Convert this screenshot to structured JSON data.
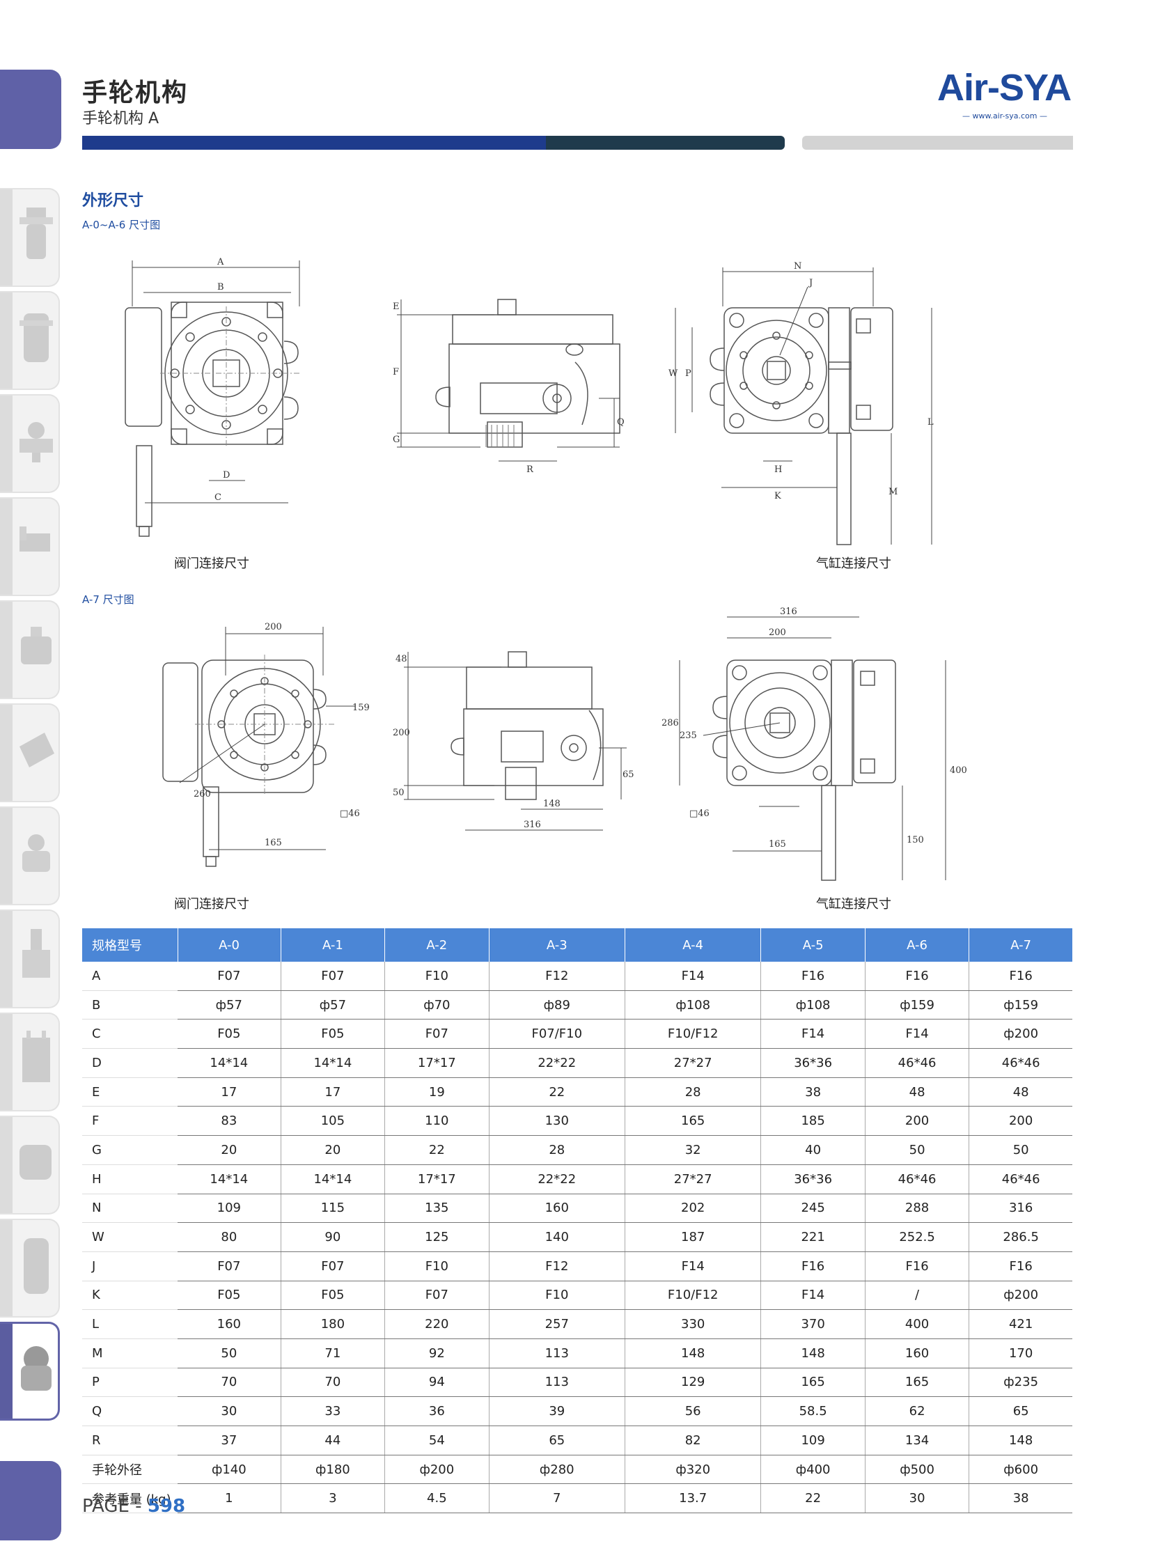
{
  "header": {
    "title": "手轮机构",
    "subtitle": "手轮机构 A",
    "logo_text": "Air-SYA",
    "logo_url": "www.air-sya.com"
  },
  "section": {
    "title": "外形尺寸",
    "fig1_label": "A-0~A-6 尺寸图",
    "fig2_label": "A-7 尺寸图",
    "cap_valve": "阀门连接尺寸",
    "cap_cylinder": "气缸连接尺寸"
  },
  "drawings": {
    "fig1": {
      "dims": [
        "A",
        "B",
        "C",
        "D",
        "E",
        "F",
        "G",
        "R",
        "Q",
        "N",
        "J",
        "W",
        "P",
        "H",
        "K",
        "M",
        "L"
      ]
    },
    "fig2": {
      "dims": [
        "200",
        "159",
        "260",
        "□46",
        "165",
        "48",
        "200",
        "50",
        "148",
        "316",
        "65",
        "316",
        "200",
        "286",
        "235",
        "□46",
        "165",
        "150",
        "400"
      ]
    }
  },
  "table": {
    "header_label": "规格型号",
    "columns": [
      "A-0",
      "A-1",
      "A-2",
      "A-3",
      "A-4",
      "A-5",
      "A-6",
      "A-7"
    ],
    "rows": [
      {
        "label": "A",
        "cells": [
          "F07",
          "F07",
          "F10",
          "F12",
          "F14",
          "F16",
          "F16",
          "F16"
        ]
      },
      {
        "label": "B",
        "cells": [
          "ф57",
          "ф57",
          "ф70",
          "ф89",
          "ф108",
          "ф108",
          "ф159",
          "ф159"
        ]
      },
      {
        "label": "C",
        "cells": [
          "F05",
          "F05",
          "F07",
          "F07/F10",
          "F10/F12",
          "F14",
          "F14",
          "ф200"
        ]
      },
      {
        "label": "D",
        "cells": [
          "14*14",
          "14*14",
          "17*17",
          "22*22",
          "27*27",
          "36*36",
          "46*46",
          "46*46"
        ]
      },
      {
        "label": "E",
        "cells": [
          "17",
          "17",
          "19",
          "22",
          "28",
          "38",
          "48",
          "48"
        ]
      },
      {
        "label": "F",
        "cells": [
          "83",
          "105",
          "110",
          "130",
          "165",
          "185",
          "200",
          "200"
        ]
      },
      {
        "label": "G",
        "cells": [
          "20",
          "20",
          "22",
          "28",
          "32",
          "40",
          "50",
          "50"
        ]
      },
      {
        "label": "H",
        "cells": [
          "14*14",
          "14*14",
          "17*17",
          "22*22",
          "27*27",
          "36*36",
          "46*46",
          "46*46"
        ]
      },
      {
        "label": "N",
        "cells": [
          "109",
          "115",
          "135",
          "160",
          "202",
          "245",
          "288",
          "316"
        ]
      },
      {
        "label": "W",
        "cells": [
          "80",
          "90",
          "125",
          "140",
          "187",
          "221",
          "252.5",
          "286.5"
        ]
      },
      {
        "label": "J",
        "cells": [
          "F07",
          "F07",
          "F10",
          "F12",
          "F14",
          "F16",
          "F16",
          "F16"
        ]
      },
      {
        "label": "K",
        "cells": [
          "F05",
          "F05",
          "F07",
          "F10",
          "F10/F12",
          "F14",
          "/",
          "ф200"
        ]
      },
      {
        "label": "L",
        "cells": [
          "160",
          "180",
          "220",
          "257",
          "330",
          "370",
          "400",
          "421"
        ]
      },
      {
        "label": "M",
        "cells": [
          "50",
          "71",
          "92",
          "113",
          "148",
          "148",
          "160",
          "170"
        ]
      },
      {
        "label": "P",
        "cells": [
          "70",
          "70",
          "94",
          "113",
          "129",
          "165",
          "165",
          "ф235"
        ]
      },
      {
        "label": "Q",
        "cells": [
          "30",
          "33",
          "36",
          "39",
          "56",
          "58.5",
          "62",
          "65"
        ]
      },
      {
        "label": "R",
        "cells": [
          "37",
          "44",
          "54",
          "65",
          "82",
          "109",
          "134",
          "148"
        ]
      },
      {
        "label": "手轮外径",
        "cells": [
          "ф140",
          "ф180",
          "ф200",
          "ф280",
          "ф320",
          "ф400",
          "ф500",
          "ф600"
        ]
      },
      {
        "label": "参考重量 (kg)",
        "cells": [
          "1",
          "3",
          "4.5",
          "7",
          "13.7",
          "22",
          "30",
          "38"
        ]
      }
    ]
  },
  "footer": {
    "page_prefix": "PAGE - ",
    "page_number": "598"
  }
}
